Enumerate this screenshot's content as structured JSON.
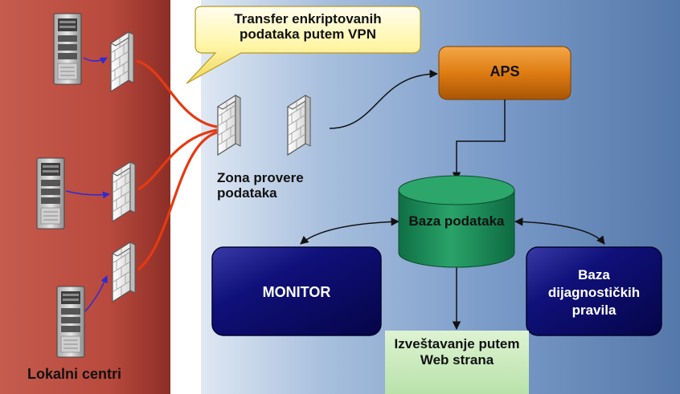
{
  "labels": {
    "callout": "Transfer enkriptovanih podataka putem VPN",
    "zona": "Zona provere podataka",
    "aps": "APS",
    "baza": "Baza podataka",
    "monitor": "MONITOR",
    "dijag": "Baza dijagnostičkih pravila",
    "izvest": "Izveštavanje putem Web strana",
    "lokalni": "Lokalni centri"
  },
  "colors": {
    "local_panel": "#c0584b",
    "server_panel": "#5f82b4",
    "vpn_link": "#e53a12",
    "aps_box": "#dd7a10",
    "database": "#1d8a58",
    "monitor_box": "#0d0c6c",
    "report_box": "#cdebc2",
    "callout": "#fff6a8"
  },
  "icons": [
    "server-icon",
    "firewall-icon"
  ]
}
